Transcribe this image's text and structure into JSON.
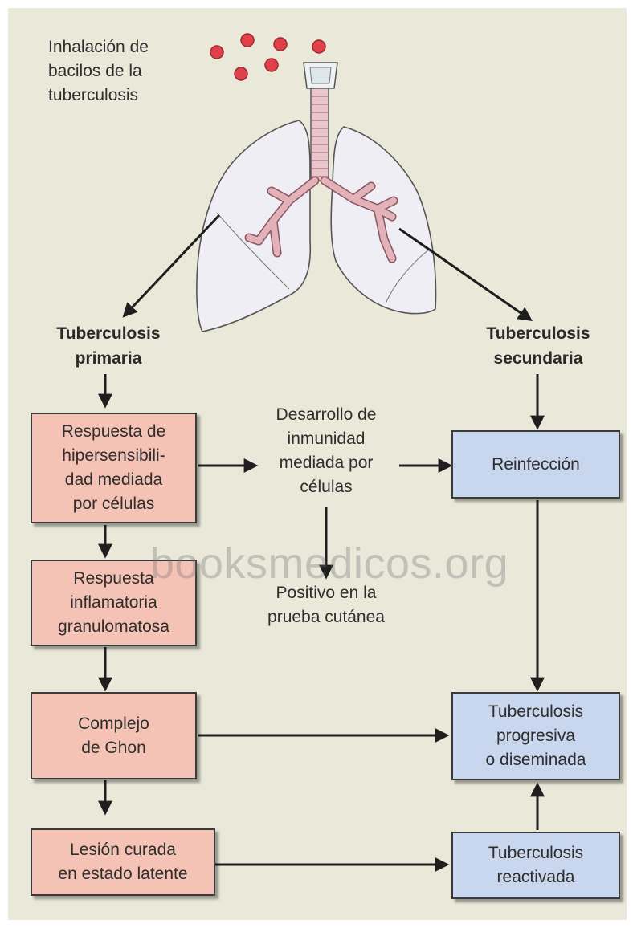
{
  "intro_text": "Inhalación de\nbacilos de la\ntuberculosis",
  "headings": {
    "primary": "Tuberculosis\nprimaria",
    "secondary": "Tuberculosis\nsecundaria"
  },
  "boxes": {
    "hypersensitivity": "Respuesta de\nhipersensibili-\ndad mediada\npor células",
    "inflammatory": "Respuesta\ninflamatoria\ngranulomatosa",
    "ghon": "Complejo\nde Ghon",
    "latent": "Lesión curada\nen estado latente",
    "reinfection": "Reinfección",
    "progressive": "Tuberculosis\nprogresiva\no diseminada",
    "reactivated": "Tuberculosis\nreactivada"
  },
  "middle_text": {
    "immunity": "Desarrollo de\ninmunidad\nmediada por\ncélulas",
    "skin_test": "Positivo en la\nprueba cutánea"
  },
  "watermark": "booksmedicos.org",
  "colors": {
    "background": "#e9e8d9",
    "pink_box": "#f5c3b5",
    "blue_box": "#c9d7ee",
    "bacilli": "#e0404a",
    "lung_fill": "#eeeef4",
    "bronchi": "#d99aa4"
  }
}
